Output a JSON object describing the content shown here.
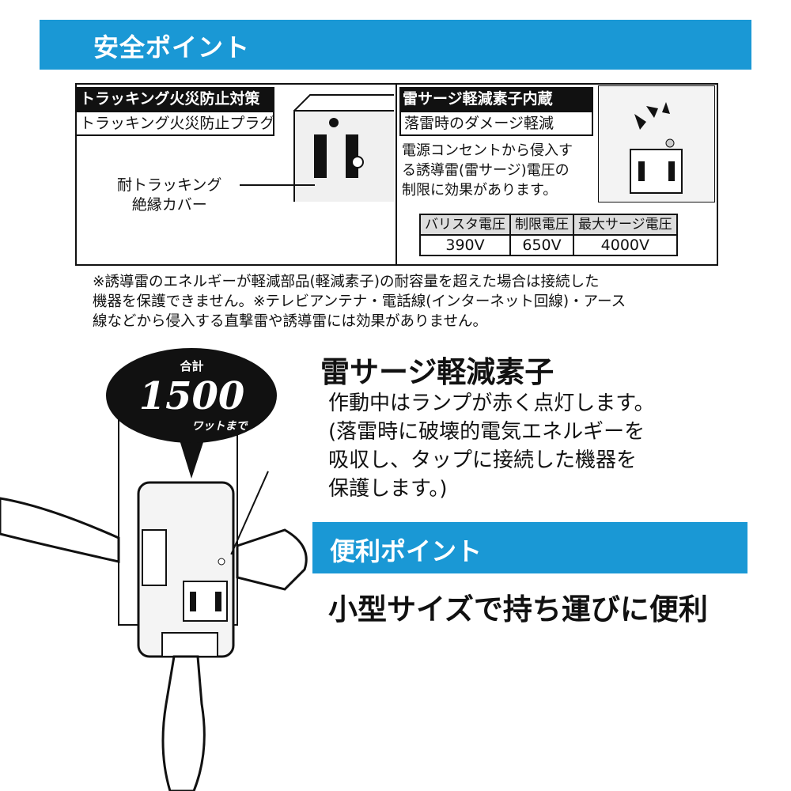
{
  "header": {
    "title": "安全ポイント"
  },
  "tracking": {
    "heading": "トラッキング火災防止対策",
    "subheading": "トラッキング火災防止プラグ",
    "callout_line1": "耐トラッキング",
    "callout_line2": "絶縁カバー"
  },
  "surge": {
    "heading": "雷サージ軽減素子内蔵",
    "subheading": "落雷時のダメージ軽減",
    "desc": [
      "電源コンセントから侵入す",
      "る誘導雷(雷サージ)電圧の",
      "制限に効果があります。"
    ],
    "table": {
      "headers": [
        "バリスタ電圧",
        "制限電圧",
        "最大サージ電圧"
      ],
      "values": [
        "390V",
        "650V",
        "4000V"
      ]
    }
  },
  "note": [
    "※誘導雷のエネルギーが軽減部品(軽減素子)の耐容量を超えた場合は接続した",
    "機器を保護できません。※テレビアンテナ・電話線(インターネット回線)・アース",
    "線などから侵入する直撃雷や誘導雷には効果がありません。"
  ],
  "badge": {
    "top": "合計",
    "number": "1500",
    "unit": "ワットまで"
  },
  "feature": {
    "title": "雷サージ軽減素子",
    "lines": [
      "作動中はランプが赤く点灯します。",
      "(落雷時に破壊的電気エネルギーを",
      "吸収し、タップに接続した機器を",
      "保護します。)"
    ]
  },
  "convenience": {
    "title": "便利ポイント",
    "headline": "小型サイズで持ち運びに便利"
  },
  "colors": {
    "accent": "#1a98d5"
  }
}
